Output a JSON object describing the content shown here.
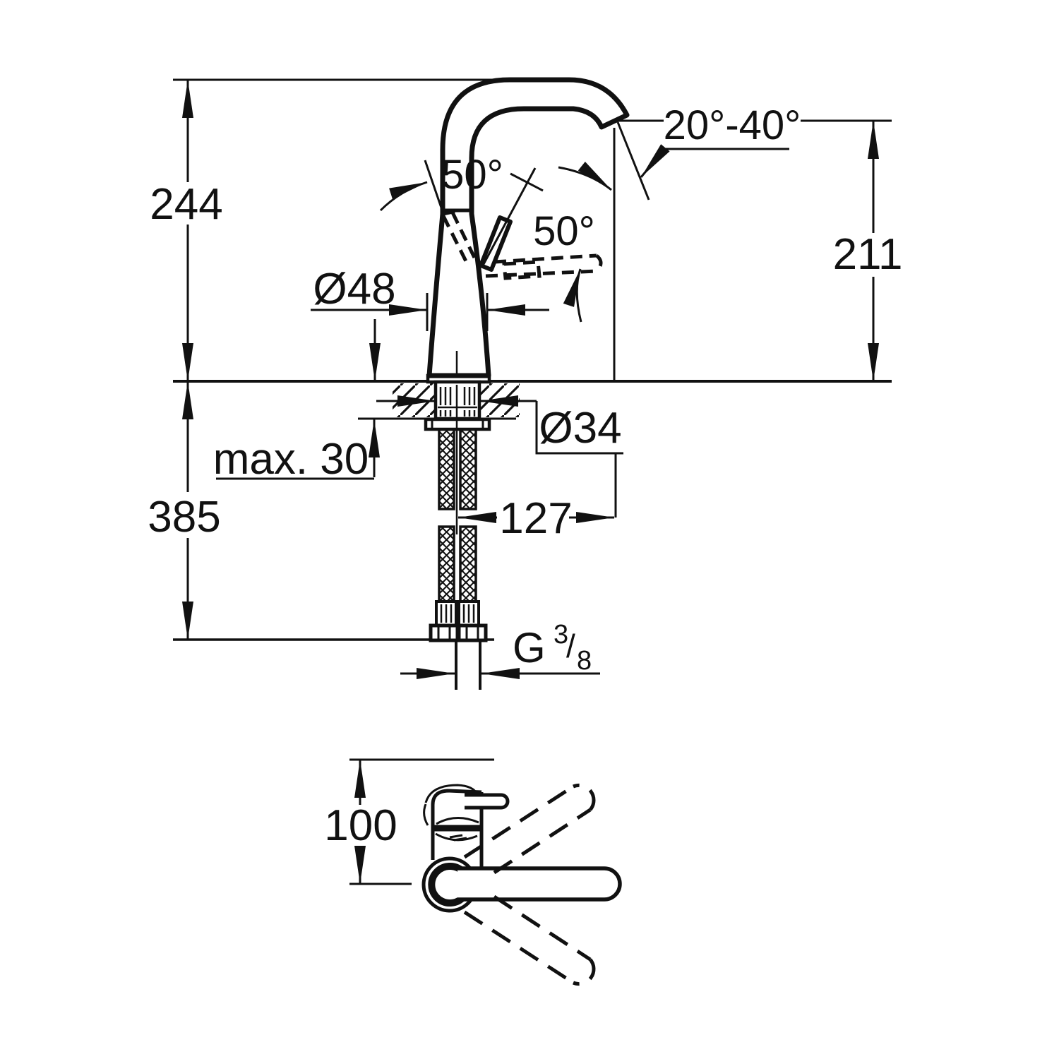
{
  "drawing_title": "faucet-installation-dimension-drawing",
  "colors": {
    "line": "#111111",
    "background": "#ffffff"
  },
  "dims": {
    "overall_height": "244",
    "below_counter": "385",
    "spout_height": "211",
    "angle_range": "20°-40°",
    "swivel_angle": "50°",
    "lever_angle": "50°",
    "body_dia": "Ø48",
    "hole_dia": "Ø34",
    "max_thickness": "max. 30",
    "spout_reach": "127",
    "lever_height": "100",
    "thread": {
      "prefix": "G",
      "numerator": "3",
      "separator": "/",
      "denominator": "8"
    }
  }
}
